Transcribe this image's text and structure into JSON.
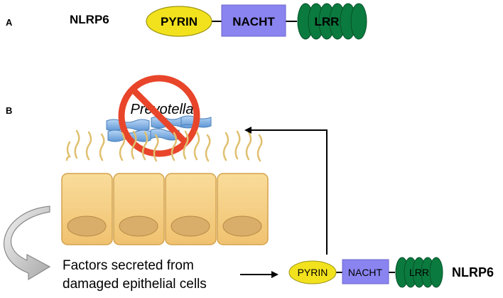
{
  "panel_a": {
    "label": "A",
    "gene_name": "NLRP6",
    "domains": {
      "pyrin": "PYRIN",
      "nacht": "NACHT",
      "lrr": "LRR"
    }
  },
  "panel_b": {
    "label": "B",
    "bacterium": "Prevotella",
    "caption_line1": "Factors secreted from",
    "caption_line2": "damaged epithelial cells",
    "domains": {
      "pyrin": "PYRIN",
      "nacht": "NACHT",
      "lrr": "LRR"
    },
    "gene_name": "NLRP6"
  },
  "colors": {
    "pyrin": "#f2e21e",
    "nacht": "#8a84f0",
    "lrr": "#0b7a3e",
    "cell": "#f5cf82",
    "nucleus": "#d9ad6a",
    "no_sign": "#e8452a",
    "bacteria": "#7fb4e8"
  }
}
